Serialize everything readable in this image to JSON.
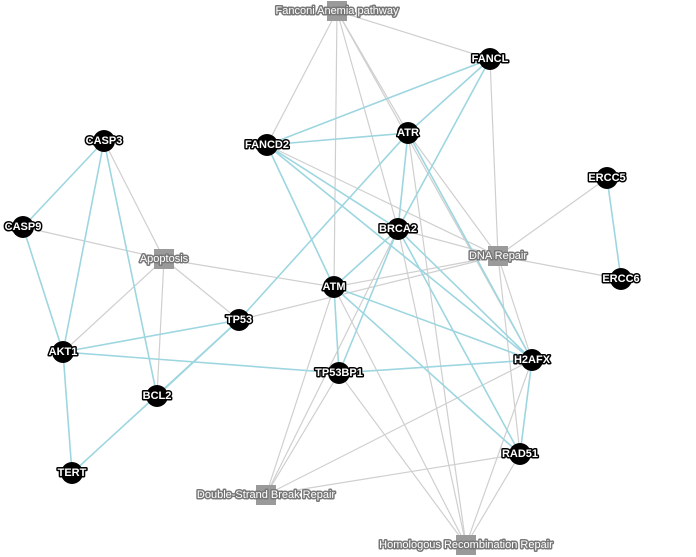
{
  "colors": {
    "gene_node": "#000000",
    "category_node": "#9a9a9a",
    "gene_edge": "#9dd6e0",
    "category_edge": "#cfcfcf"
  },
  "nodes": {
    "fanconi": {
      "label": "Fanconi Anemia pathway",
      "kind": "category"
    },
    "fancl": {
      "label": "FANCL",
      "kind": "gene"
    },
    "casp3": {
      "label": "CASP3",
      "kind": "gene"
    },
    "fancd2": {
      "label": "FANCD2",
      "kind": "gene"
    },
    "atr": {
      "label": "ATR",
      "kind": "gene"
    },
    "ercc5": {
      "label": "ERCC5",
      "kind": "gene"
    },
    "casp9": {
      "label": "CASP9",
      "kind": "gene"
    },
    "brca2": {
      "label": "BRCA2",
      "kind": "gene"
    },
    "apoptosis": {
      "label": "Apoptosis",
      "kind": "category"
    },
    "dnarepair": {
      "label": "DNA Repair",
      "kind": "category"
    },
    "ercc6": {
      "label": "ERCC6",
      "kind": "gene"
    },
    "atm": {
      "label": "ATM",
      "kind": "gene"
    },
    "tp53": {
      "label": "TP53",
      "kind": "gene"
    },
    "akt1": {
      "label": "AKT1",
      "kind": "gene"
    },
    "h2afx": {
      "label": "H2AFX",
      "kind": "gene"
    },
    "tp53bp1": {
      "label": "TP53BP1",
      "kind": "gene"
    },
    "bcl2": {
      "label": "BCL2",
      "kind": "gene"
    },
    "rad51": {
      "label": "RAD51",
      "kind": "gene"
    },
    "tert": {
      "label": "TERT",
      "kind": "gene"
    },
    "dsb": {
      "label": "Double-Strand Break Repair",
      "kind": "category"
    },
    "hrr": {
      "label": "Homologous Recombination Repair",
      "kind": "category"
    }
  },
  "gene_edges": [
    {
      "from": "fancl",
      "to": "fancd2"
    },
    {
      "from": "fancl",
      "to": "atr"
    },
    {
      "from": "fancl",
      "to": "brca2"
    },
    {
      "from": "fancd2",
      "to": "atr"
    },
    {
      "from": "fancd2",
      "to": "atm"
    },
    {
      "from": "fancd2",
      "to": "brca2"
    },
    {
      "from": "fancd2",
      "to": "h2afx"
    },
    {
      "from": "atr",
      "to": "brca2"
    },
    {
      "from": "atr",
      "to": "h2afx"
    },
    {
      "from": "atr",
      "to": "tp53"
    },
    {
      "from": "ercc5",
      "to": "ercc6"
    },
    {
      "from": "casp3",
      "to": "casp9"
    },
    {
      "from": "casp3",
      "to": "akt1"
    },
    {
      "from": "casp3",
      "to": "bcl2"
    },
    {
      "from": "casp9",
      "to": "akt1"
    },
    {
      "from": "akt1",
      "to": "tert"
    },
    {
      "from": "akt1",
      "to": "tp53"
    },
    {
      "from": "akt1",
      "to": "tp53bp1"
    },
    {
      "from": "tert",
      "to": "tp53"
    },
    {
      "from": "tp53",
      "to": "bcl2"
    },
    {
      "from": "brca2",
      "to": "rad51"
    },
    {
      "from": "brca2",
      "to": "h2afx"
    },
    {
      "from": "brca2",
      "to": "atm"
    },
    {
      "from": "brca2",
      "to": "tp53bp1"
    },
    {
      "from": "atm",
      "to": "h2afx"
    },
    {
      "from": "atm",
      "to": "tp53bp1"
    },
    {
      "from": "atm",
      "to": "rad51"
    },
    {
      "from": "tp53bp1",
      "to": "h2afx"
    },
    {
      "from": "h2afx",
      "to": "rad51"
    }
  ],
  "category_edges": [
    {
      "from": "fanconi",
      "to": "fancl"
    },
    {
      "from": "fanconi",
      "to": "fancd2"
    },
    {
      "from": "fanconi",
      "to": "atr"
    },
    {
      "from": "fanconi",
      "to": "brca2"
    },
    {
      "from": "fanconi",
      "to": "atm"
    },
    {
      "from": "fanconi",
      "to": "h2afx"
    },
    {
      "from": "fancl",
      "to": "dnarepair"
    },
    {
      "from": "fancd2",
      "to": "dnarepair"
    },
    {
      "from": "atr",
      "to": "dnarepair"
    },
    {
      "from": "ercc5",
      "to": "dnarepair"
    },
    {
      "from": "ercc6",
      "to": "dnarepair"
    },
    {
      "from": "brca2",
      "to": "dnarepair"
    },
    {
      "from": "atm",
      "to": "dnarepair"
    },
    {
      "from": "h2afx",
      "to": "dnarepair"
    },
    {
      "from": "rad51",
      "to": "dnarepair"
    },
    {
      "from": "tp53",
      "to": "dnarepair"
    },
    {
      "from": "casp3",
      "to": "apoptosis"
    },
    {
      "from": "casp9",
      "to": "apoptosis"
    },
    {
      "from": "akt1",
      "to": "apoptosis"
    },
    {
      "from": "bcl2",
      "to": "apoptosis"
    },
    {
      "from": "tp53",
      "to": "apoptosis"
    },
    {
      "from": "atm",
      "to": "apoptosis"
    },
    {
      "from": "atm",
      "to": "dsb"
    },
    {
      "from": "tp53bp1",
      "to": "dsb"
    },
    {
      "from": "h2afx",
      "to": "dsb"
    },
    {
      "from": "brca2",
      "to": "dsb"
    },
    {
      "from": "rad51",
      "to": "dsb"
    },
    {
      "from": "atm",
      "to": "hrr"
    },
    {
      "from": "brca2",
      "to": "hrr"
    },
    {
      "from": "rad51",
      "to": "hrr"
    },
    {
      "from": "tp53bp1",
      "to": "hrr"
    },
    {
      "from": "h2afx",
      "to": "hrr"
    },
    {
      "from": "atr",
      "to": "hrr"
    }
  ]
}
